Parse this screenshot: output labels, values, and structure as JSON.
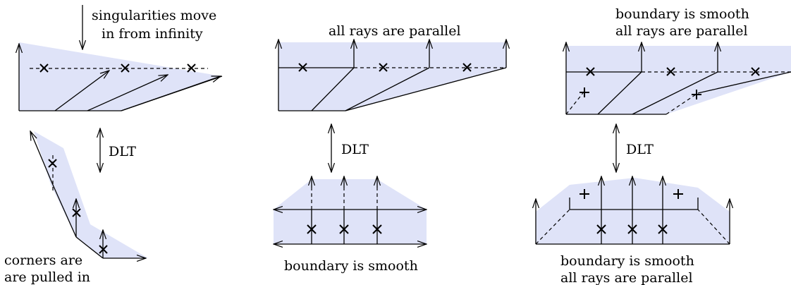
{
  "panels": {
    "top_left": {
      "caption_line1": "singularities move",
      "caption_line2": "in from infinity"
    },
    "top_middle": {
      "caption": "all rays are parallel"
    },
    "top_right": {
      "caption_line1": "boundary is smooth",
      "caption_line2": "all rays are parallel"
    },
    "bottom_left": {
      "caption_line1": "corners are",
      "caption_line2": "are pulled in"
    },
    "bottom_middle": {
      "caption": "boundary is smooth"
    },
    "bottom_right": {
      "caption_line1": "boundary is smooth",
      "caption_line2": "all rays are parallel"
    }
  },
  "transitions": {
    "left": "DLT",
    "middle": "DLT",
    "right": "DLT"
  },
  "markers": {
    "singular_point": "×",
    "smoothed_point": "+"
  },
  "colors": {
    "region_fill": "#dfe3f8",
    "line": "#000000"
  }
}
